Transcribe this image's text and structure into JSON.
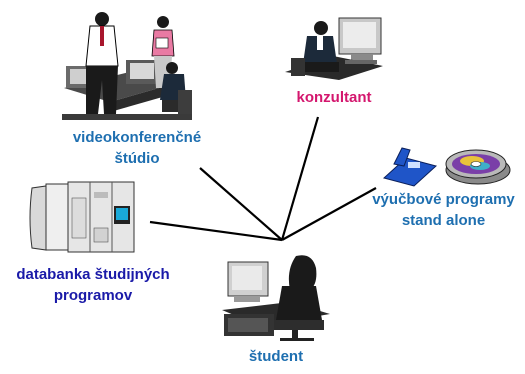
{
  "nodes": {
    "videoconference": {
      "line1": "videokonferenčné",
      "line2": "štúdio",
      "color": "#1e6fb0"
    },
    "consultant": {
      "line1": "konzultant",
      "color": "#d4176e"
    },
    "standalone": {
      "line1": "výučbové programy",
      "line2": "stand alone",
      "color": "#1e6fb0"
    },
    "database": {
      "line1": "databanka študijných",
      "line2": "programov",
      "color": "#1a1aa8"
    },
    "student": {
      "line1": "študent",
      "color": "#1e6fb0"
    }
  },
  "icons": {
    "videoconference": "office-meeting-clipart",
    "consultant": "computer-worker-clipart",
    "standalone": "software-disk-and-cd-clipart",
    "database": "mainframe-server-clipart",
    "student": "student-at-computer-clipart"
  }
}
